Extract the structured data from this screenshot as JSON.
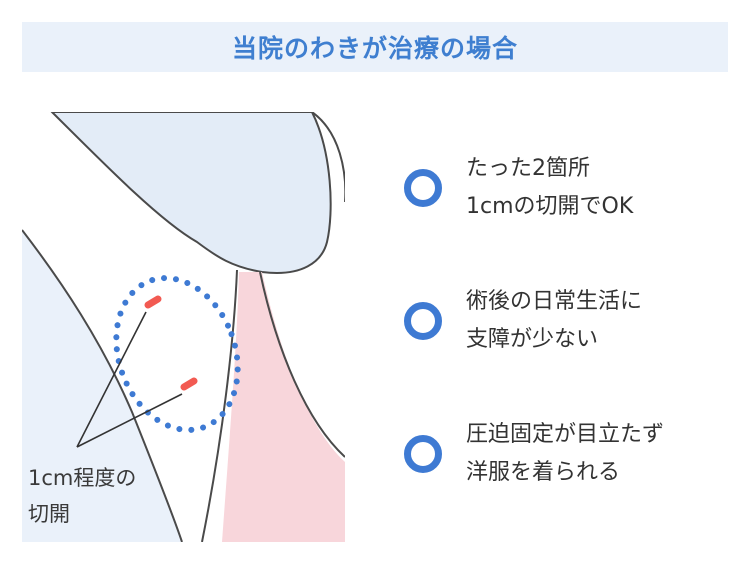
{
  "title": "当院のわきが治療の場合",
  "illustration": {
    "caption_line1": "1cm程度の",
    "caption_line2": "切開"
  },
  "points": [
    {
      "icon": "circle-ok-icon",
      "line1": "たった2箇所",
      "line2": "1cmの切開でOK"
    },
    {
      "icon": "circle-ok-icon",
      "line1": "術後の日常生活に",
      "line2": "支障が少ない"
    },
    {
      "icon": "circle-ok-icon",
      "line1": "圧迫固定が目立たず",
      "line2": "洋服を着られる"
    }
  ],
  "colors": {
    "accent": "#3e7ad3",
    "title_bg": "#eaf1fa",
    "skin_light": "#e8f0f9",
    "skin_pink": "#f8d6db",
    "incision": "#f25a52"
  }
}
